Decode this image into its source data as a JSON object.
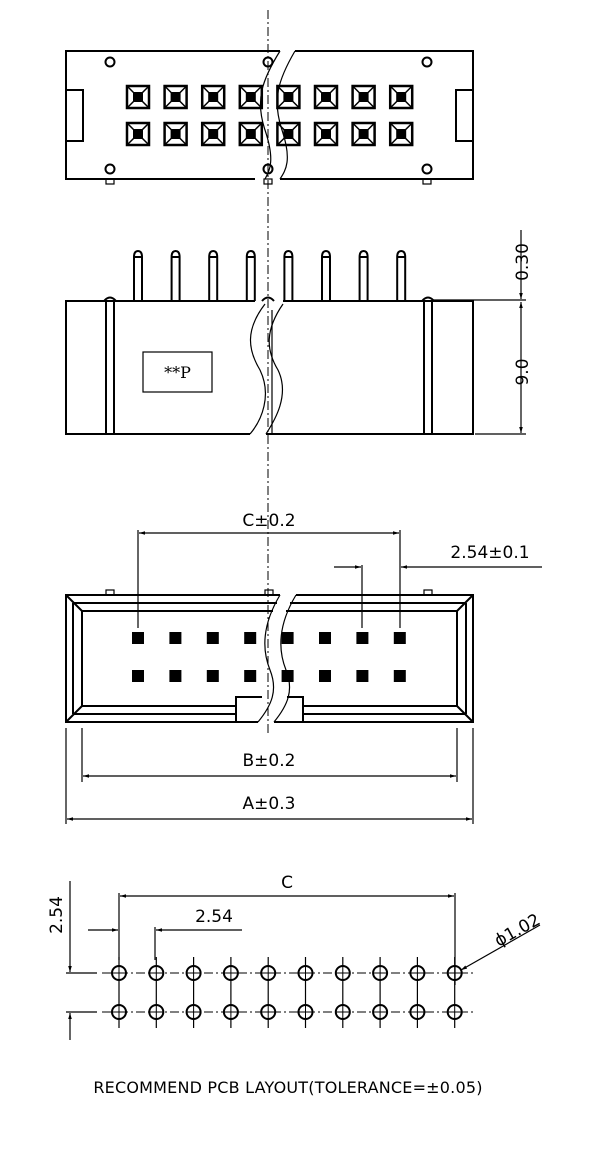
{
  "drawing": {
    "top_view": {
      "pins_per_row": 8,
      "rows": 2
    },
    "side_view": {
      "marking_label": "**P",
      "dim_pin_height": "0.30",
      "dim_body_height": "9.0",
      "pin_count": 8
    },
    "front_view": {
      "dim_c": "C±0.2",
      "dim_pitch": "2.54±0.1",
      "dim_b": "B±0.2",
      "dim_a": "A±0.3",
      "pins_per_row": 8,
      "rows": 2
    },
    "pcb_layout": {
      "dim_c": "C",
      "dim_pitch_x": "2.54",
      "dim_pitch_y": "2.54",
      "dim_hole": "ϕ1.02",
      "holes_per_row": 10,
      "rows": 2,
      "note": "RECOMMEND  PCB  LAYOUT(TOLERANCE=±0.05)"
    }
  }
}
